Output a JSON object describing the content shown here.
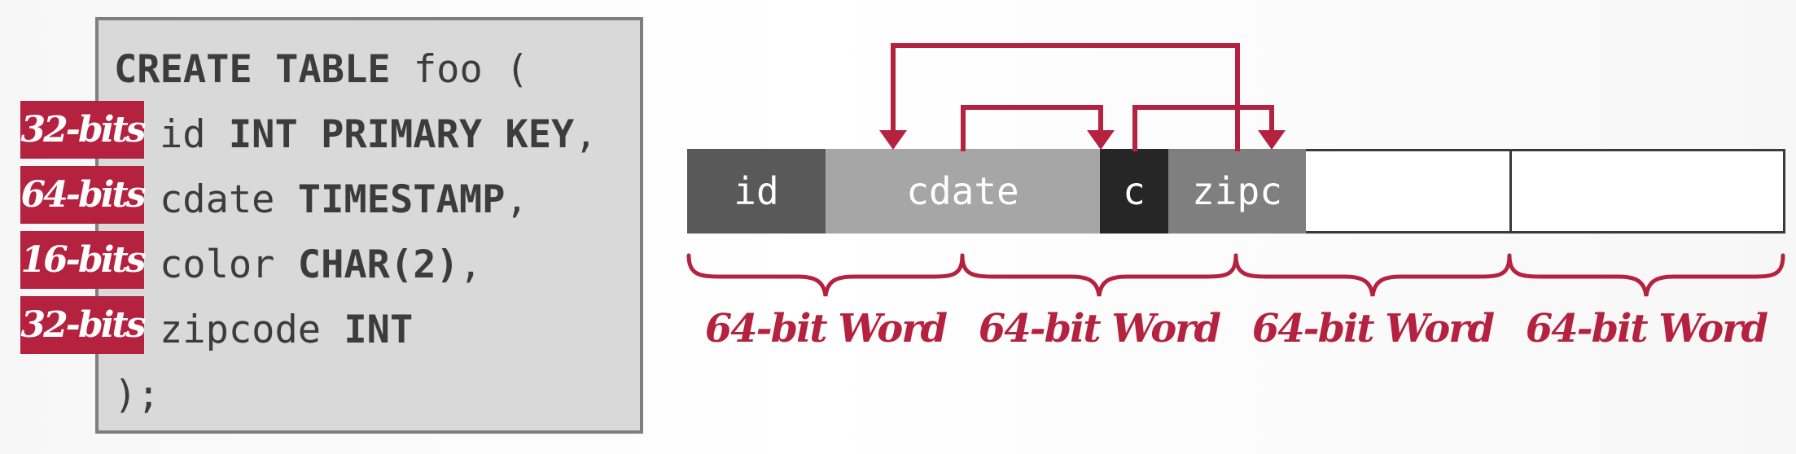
{
  "sql": {
    "line1": {
      "create": "CREATE TABLE",
      "name": " foo ("
    },
    "line2": {
      "col": "id ",
      "type": "INT PRIMARY KEY",
      "tail": ","
    },
    "line3": {
      "col": "cdate ",
      "type": "TIMESTAMP",
      "tail": ","
    },
    "line4": {
      "col": "color ",
      "type": "CHAR(2)",
      "tail": ","
    },
    "line5": {
      "col": "zipcode ",
      "type": "INT",
      "tail": ""
    },
    "line6": {
      "close": ");"
    }
  },
  "badges": [
    "32-bits",
    "64-bits",
    "16-bits",
    "32-bits"
  ],
  "row": {
    "fields": [
      {
        "label": "id",
        "color": "#595959"
      },
      {
        "label": "cdate",
        "color": "#a6a6a6"
      },
      {
        "label": "c",
        "color": "#262626"
      },
      {
        "label": "zipc",
        "color": "#7f7f7f"
      }
    ]
  },
  "words": [
    "64-bit Word",
    "64-bit Word",
    "64-bit Word",
    "64-bit Word"
  ],
  "colors": {
    "accent": "#b5223f",
    "panel": "#d9d9d9",
    "panel_border": "#7f7f7f"
  }
}
